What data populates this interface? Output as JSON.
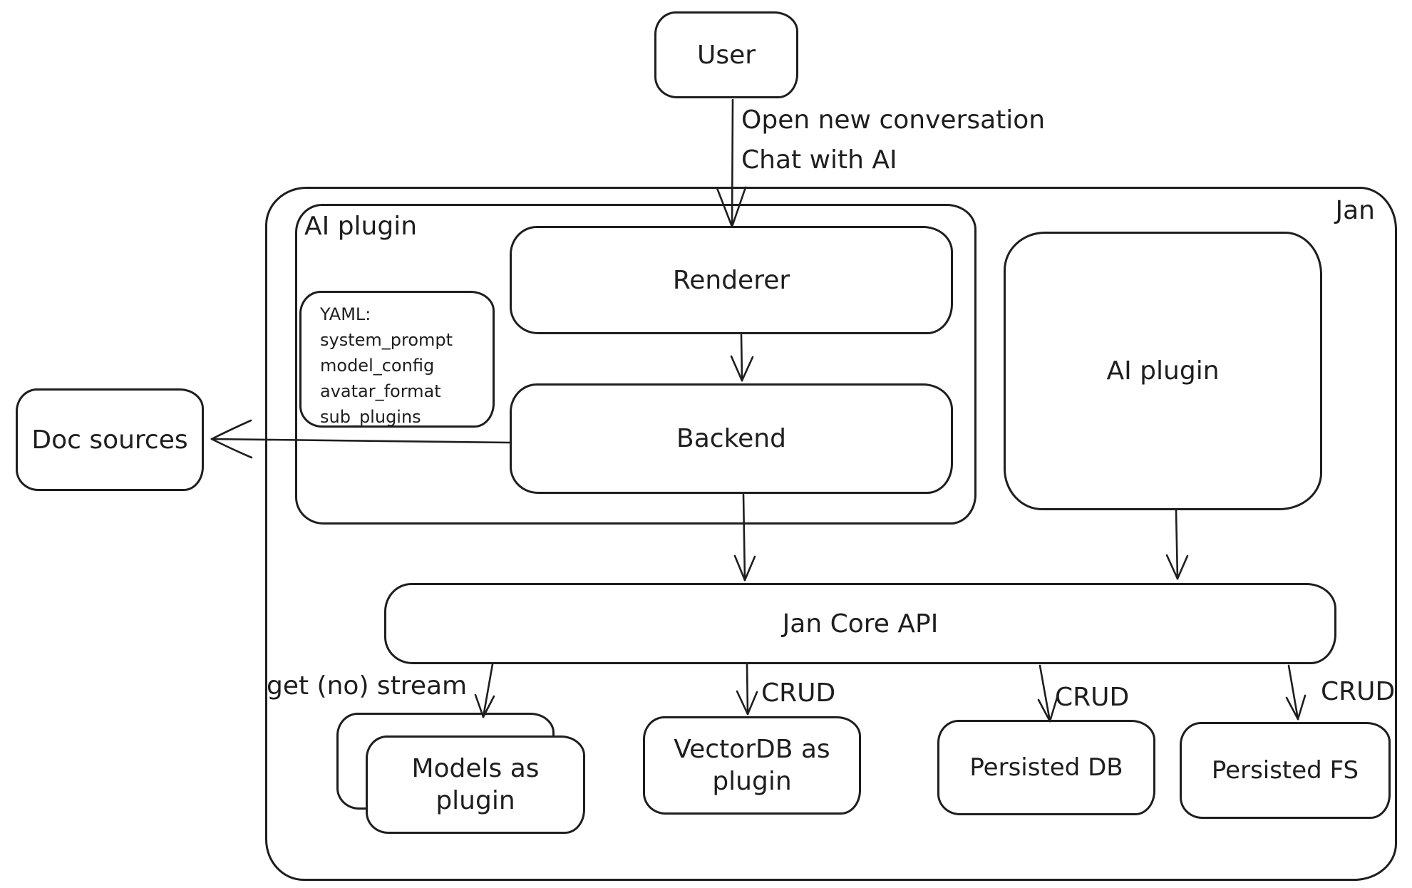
{
  "colors": {
    "stroke": "#1e1e1e",
    "background": "#ffffff"
  },
  "nodes": {
    "user": {
      "label": "User"
    },
    "jan_container": {
      "label": "Jan"
    },
    "ai_plugin_container": {
      "label": "AI plugin"
    },
    "renderer": {
      "label": "Renderer"
    },
    "backend": {
      "label": "Backend"
    },
    "yaml_note": {
      "lines": [
        "YAML:",
        "system_prompt",
        "model_config",
        "avatar_format",
        "sub_plugins"
      ]
    },
    "ai_plugin_box": {
      "label": "AI plugin"
    },
    "doc_sources": {
      "label": "Doc sources"
    },
    "jan_core_api": {
      "label": "Jan Core API"
    },
    "models_plugin": {
      "label": "Models as plugin"
    },
    "vectordb_plugin": {
      "label": "VectorDB as plugin"
    },
    "persisted_db": {
      "label": "Persisted DB"
    },
    "persisted_fs": {
      "label": "Persisted FS"
    }
  },
  "edges": {
    "user_to_renderer": {
      "label_line1": "Open new conversation",
      "label_line2": "Chat with AI"
    },
    "api_to_models": {
      "label": "get (no) stream"
    },
    "api_to_vectordb": {
      "label": "CRUD"
    },
    "api_to_persisted_db": {
      "label": "CRUD"
    },
    "api_to_persisted_fs": {
      "label": "CRUD"
    }
  }
}
